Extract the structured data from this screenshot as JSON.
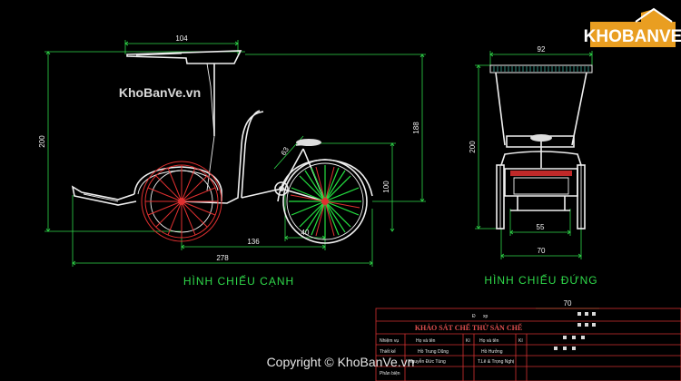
{
  "watermark": {
    "logo_text": "KHOBANVE",
    "mid_text": "KhoBanVe.vn",
    "copyright_text": "Copyright © KhoBanVe.vn"
  },
  "side_view": {
    "title": "HÌNH CHIẾU CẠNH",
    "dims": {
      "top_width": "104",
      "overall_height": "200",
      "canopy_height": "188",
      "seat_angle": "63",
      "rear_height": "100",
      "wheelbase": "136",
      "hub": "40",
      "overall_length": "278"
    }
  },
  "front_view": {
    "title": "HÌNH CHIẾU ĐỨNG",
    "dims": {
      "canopy_width": "92",
      "overall_height": "200",
      "axle_width": "55",
      "base_width": "70"
    }
  },
  "title_block": {
    "top_dim": "70",
    "mark": "Đ",
    "mark_sub": "xp",
    "main_title": "KHẢO SÁT CHẾ THỬ SẢN CHẾ",
    "row_labels": [
      "Nhiệm vụ",
      "Thiết kế",
      "",
      "Phản biện"
    ],
    "col_headers": [
      "Họ và tên",
      "Kí",
      "Họ và tên",
      "Kí"
    ],
    "names_left": [
      "Hồ Trung Dũng",
      "Nguyễn Đức Tùng"
    ],
    "names_right": [
      "Hồ Hưởng",
      "T.Lê & Trọng Nghị"
    ]
  },
  "colors": {
    "background": "#000000",
    "dimension": "#2fd94a",
    "frame": "#f0f0f0",
    "wheel": "#e03030",
    "spoke_green": "#24e040",
    "title_block_red": "#d23030"
  }
}
